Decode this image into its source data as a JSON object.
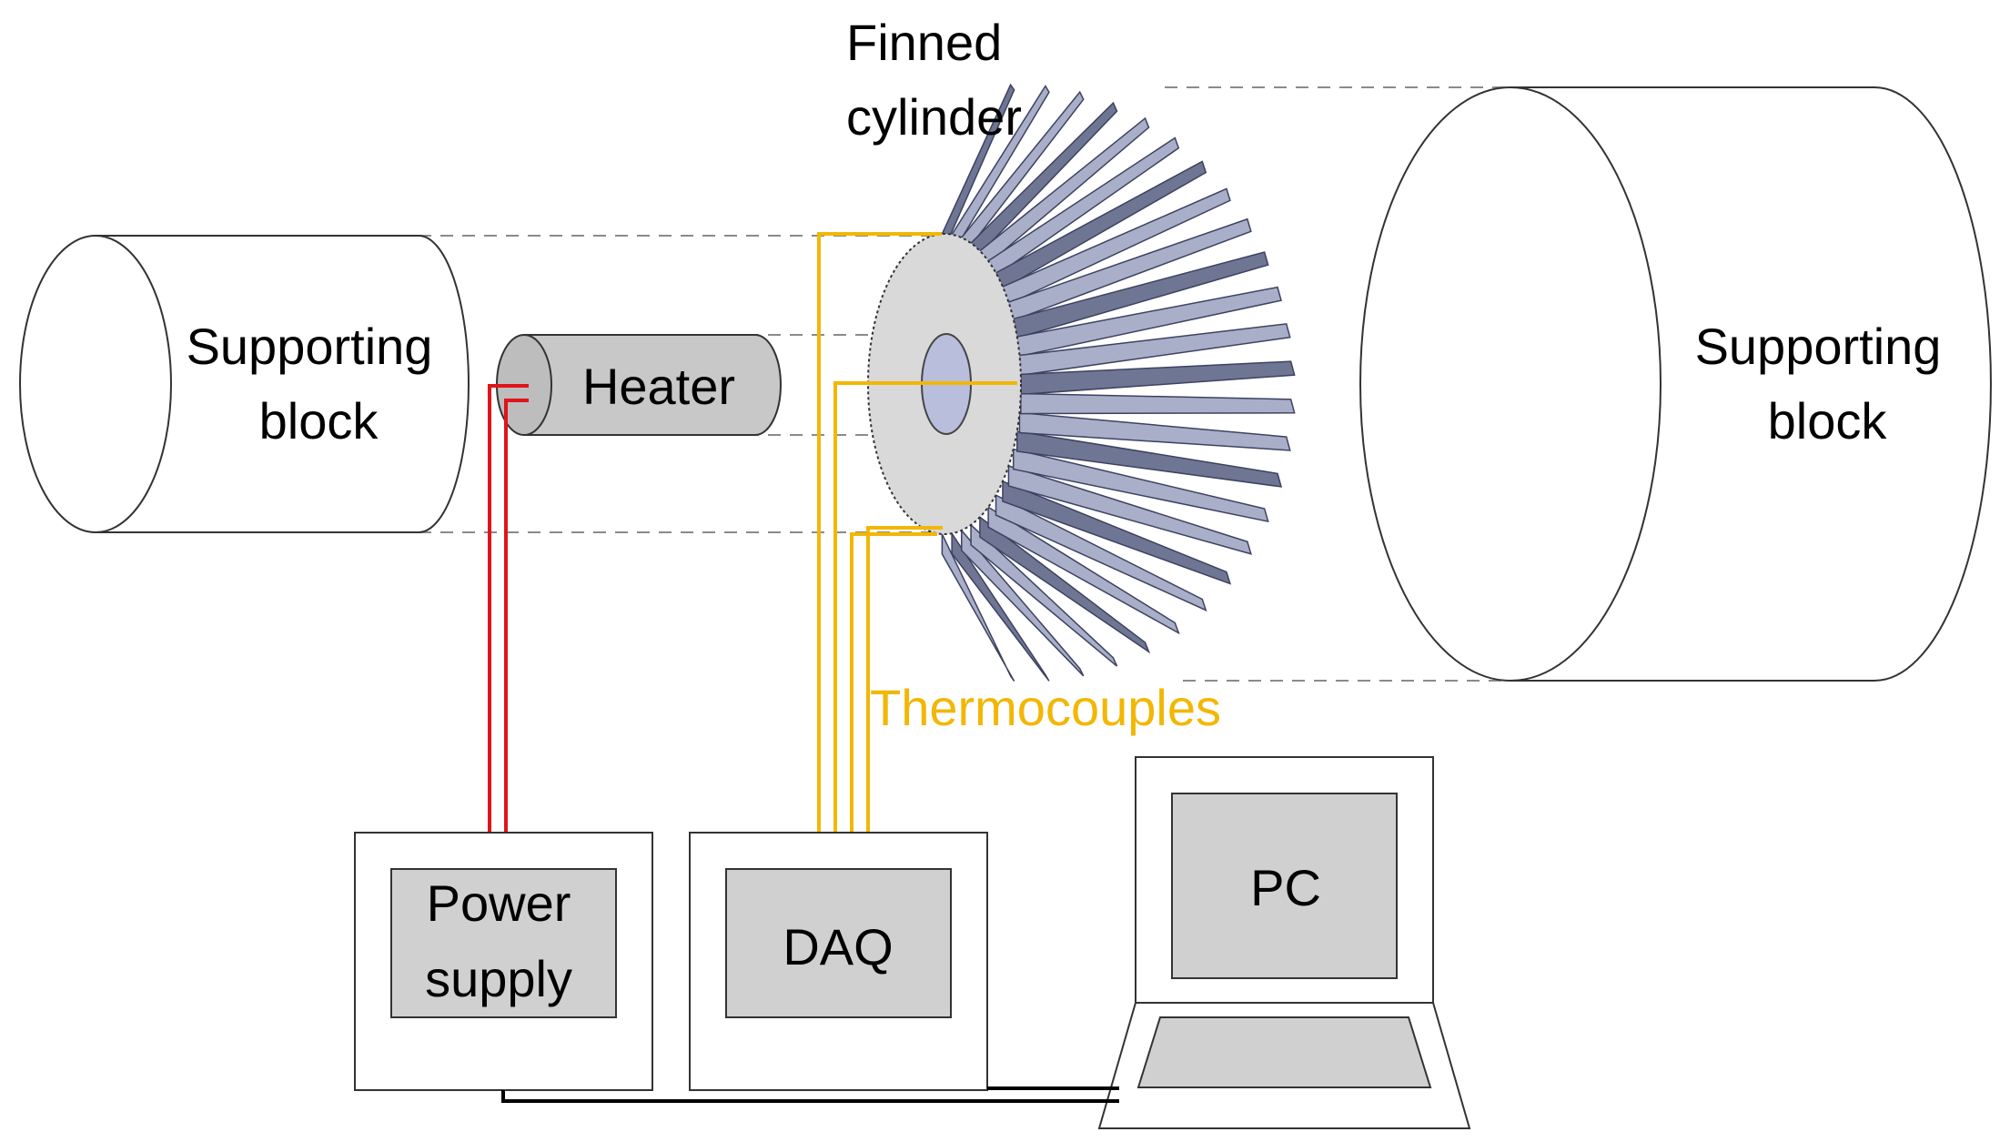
{
  "labels": {
    "finned_cylinder_line1": "Finned",
    "finned_cylinder_line2": "cylinder",
    "left_block_line1": "Supporting",
    "left_block_line2": "block",
    "right_block_line1": "Supporting",
    "right_block_line2": "block",
    "heater": "Heater",
    "thermocouples": "Thermocouples",
    "power_supply_line1": "Power",
    "power_supply_line2": "supply",
    "daq": "DAQ",
    "pc": "PC"
  },
  "colors": {
    "thermocouple_wire": "#f2b705",
    "power_wire": "#e0141a",
    "data_cable": "#000000",
    "panel_fill": "#d0d0d0",
    "heater_fill": "#c8c8c8",
    "fin_fill": "#a9aec9",
    "fin_shade": "#6f7694",
    "hub_fill": "#d9d9d9",
    "bore_fill": "#b8bedc"
  }
}
